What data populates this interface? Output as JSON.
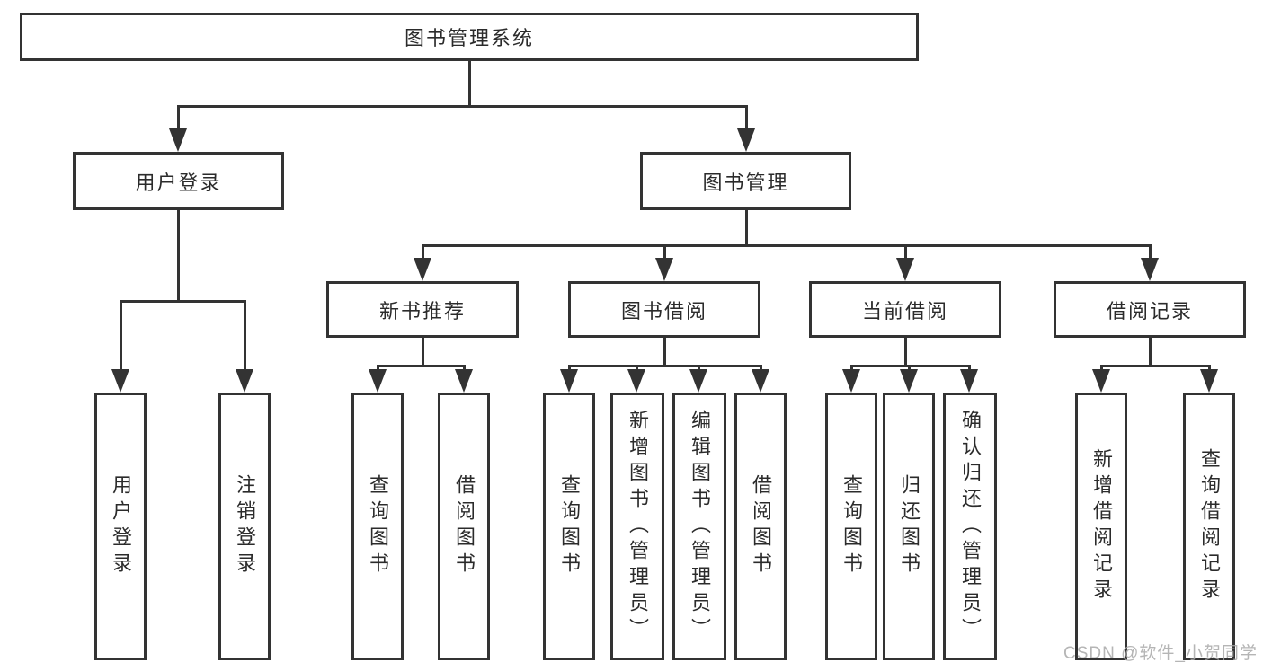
{
  "colors": {
    "line": "#333333",
    "text": "#2b2b2b",
    "watermark": "#a8a8a8",
    "background": "#ffffff"
  },
  "diagram": {
    "root": {
      "label": "图书管理系统"
    },
    "branches": [
      {
        "label": "用户登录",
        "children": [
          {
            "label": "用户登录"
          },
          {
            "label": "注销登录"
          }
        ]
      },
      {
        "label": "图书管理",
        "children": [
          {
            "label": "新书推荐",
            "children": [
              {
                "label": "查询图书"
              },
              {
                "label": "借阅图书"
              }
            ]
          },
          {
            "label": "图书借阅",
            "children": [
              {
                "label": "查询图书"
              },
              {
                "label": "新增图书（管理员）"
              },
              {
                "label": "编辑图书（管理员）"
              },
              {
                "label": "借阅图书"
              }
            ]
          },
          {
            "label": "当前借阅",
            "children": [
              {
                "label": "查询图书"
              },
              {
                "label": "归还图书"
              },
              {
                "label": "确认归还（管理员）"
              }
            ]
          },
          {
            "label": "借阅记录",
            "children": [
              {
                "label": "新增借阅记录"
              },
              {
                "label": "查询借阅记录"
              }
            ]
          }
        ]
      }
    ]
  },
  "watermark": "CSDN @软件_小贺同学"
}
